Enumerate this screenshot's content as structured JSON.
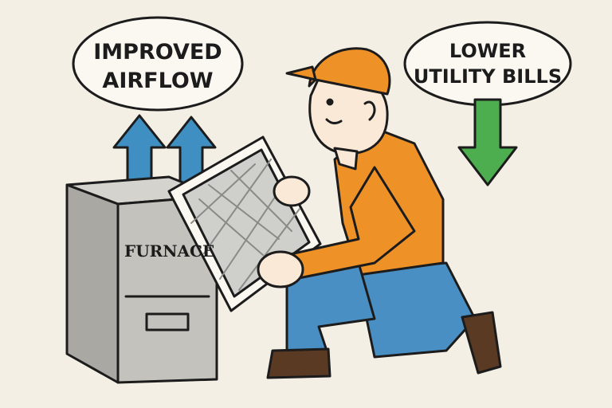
{
  "left_bubble": {
    "line1": "IMPROVED",
    "line2": "AIRFLOW"
  },
  "right_bubble": {
    "line1": "LOWER",
    "line2": "UTILITY BILLS"
  },
  "furnace": {
    "label": "FURNACE"
  },
  "colors": {
    "background": "#f4efe4",
    "airflow_arrow": "#3f8fc2",
    "savings_arrow": "#4cae4f",
    "shirt": "#ee9127",
    "pants": "#4a8fc4",
    "furnace": "#bdbcb6",
    "boots": "#5a3a22"
  }
}
